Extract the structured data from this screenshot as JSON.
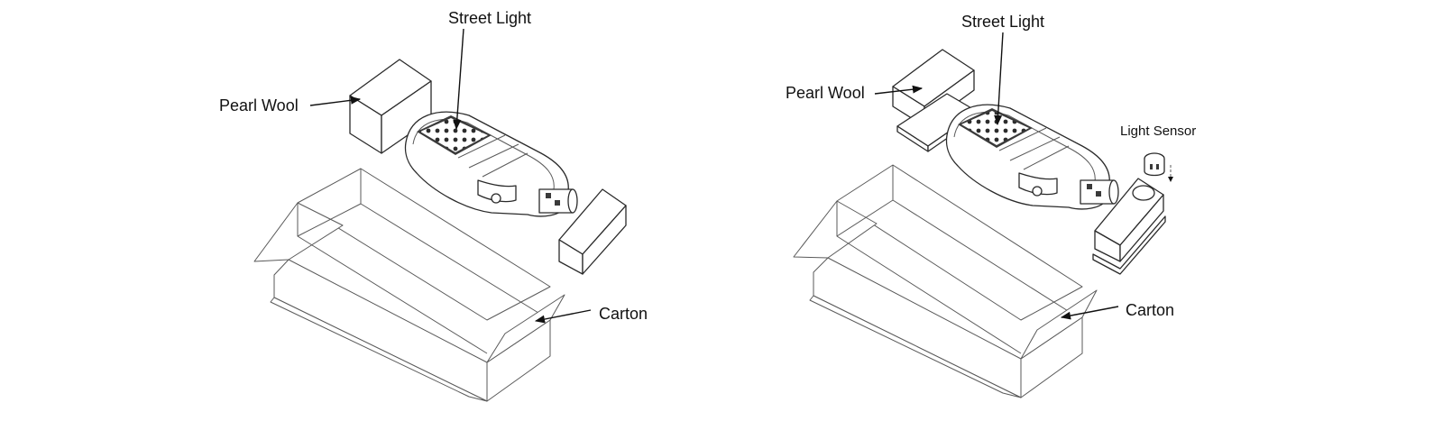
{
  "diagrams": [
    {
      "id": "packing-standard",
      "labels": {
        "street_light": "Street Light",
        "pearl_wool": "Pearl Wool",
        "carton": "Carton"
      }
    },
    {
      "id": "packing-with-sensor",
      "labels": {
        "street_light": "Street Light",
        "pearl_wool": "Pearl Wool",
        "light_sensor": "Light Sensor",
        "carton": "Carton"
      }
    }
  ]
}
